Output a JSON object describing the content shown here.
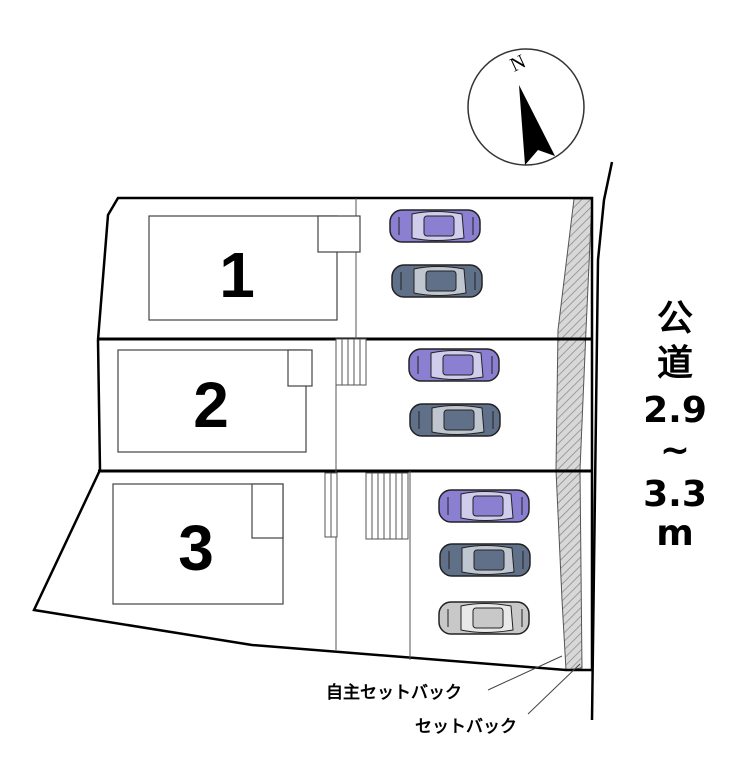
{
  "compass": {
    "north_label": "N"
  },
  "lots": [
    {
      "number": "1"
    },
    {
      "number": "2"
    },
    {
      "number": "3"
    }
  ],
  "road": {
    "line1": "公",
    "line2": "道",
    "width_from": "2.9",
    "tilde": "~",
    "width_to": "3.3",
    "unit": "m"
  },
  "notes": {
    "voluntary_setback": "自主セットバック",
    "setback": "セットバック"
  },
  "car_colors": {
    "purple": "#8a7fd0",
    "slate": "#607088",
    "silver": "#c8c8c8"
  }
}
